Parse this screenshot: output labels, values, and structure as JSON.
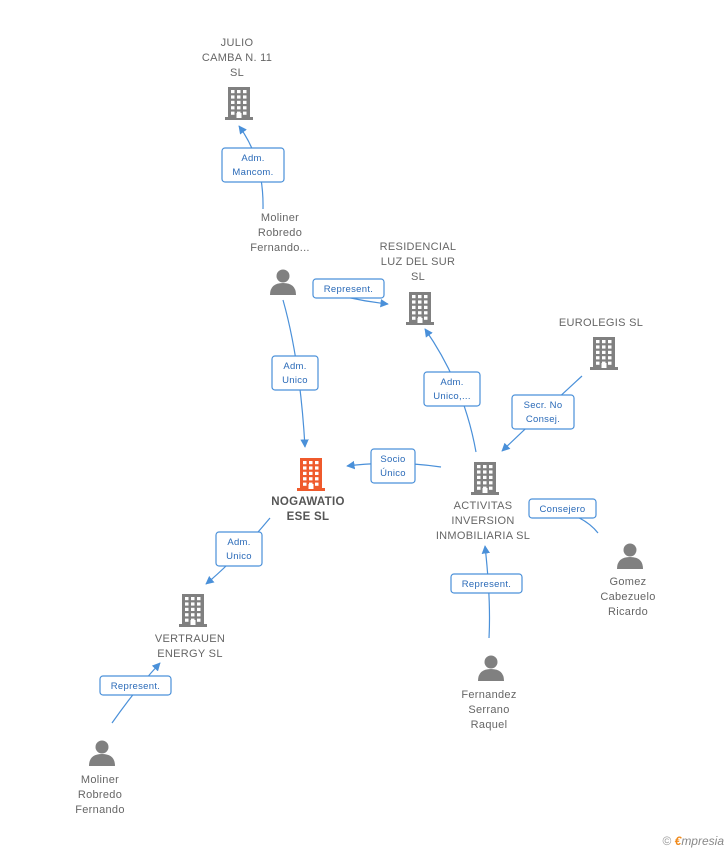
{
  "colors": {
    "building": "#808080",
    "building_focus": "#ef5a2c",
    "person": "#808080",
    "edge": "#4a90d9",
    "label": "#666666"
  },
  "nodes": [
    {
      "id": "julio",
      "type": "company-icon",
      "lines": [
        "JULIO",
        "CAMBA N. 11",
        "SL"
      ]
    },
    {
      "id": "moliner1",
      "type": "person-icon",
      "lines": [
        "Moliner",
        "Robredo",
        "Fernando..."
      ]
    },
    {
      "id": "residencial",
      "type": "company-icon",
      "lines": [
        "RESIDENCIAL",
        "LUZ DEL SUR",
        "SL"
      ]
    },
    {
      "id": "eurolegis",
      "type": "company-icon",
      "lines": [
        "EUROLEGIS SL"
      ]
    },
    {
      "id": "nogawatio",
      "type": "company-icon",
      "focus": true,
      "lines": [
        "NOGAWATIO",
        "ESE SL"
      ]
    },
    {
      "id": "activitas",
      "type": "company-icon",
      "lines": [
        "ACTIVITAS",
        "INVERSION",
        "INMOBILIARIA SL"
      ]
    },
    {
      "id": "gomez",
      "type": "person-icon",
      "lines": [
        "Gomez",
        "Cabezuelo",
        "Ricardo"
      ]
    },
    {
      "id": "vertrauen",
      "type": "company-icon",
      "lines": [
        "VERTRAUEN",
        "ENERGY  SL"
      ]
    },
    {
      "id": "fernandez",
      "type": "person-icon",
      "lines": [
        "Fernandez",
        "Serrano",
        "Raquel"
      ]
    },
    {
      "id": "moliner2",
      "type": "person-icon",
      "lines": [
        "Moliner",
        "Robredo",
        "Fernando"
      ]
    }
  ],
  "edges": [
    {
      "id": "e1",
      "from": "moliner1",
      "to": "julio",
      "label": [
        "Adm.",
        "Mancom."
      ]
    },
    {
      "id": "e2",
      "from": "moliner1",
      "to": "residencial",
      "label": [
        "Represent."
      ]
    },
    {
      "id": "e3",
      "from": "moliner1",
      "to": "nogawatio",
      "label": [
        "Adm.",
        "Unico"
      ]
    },
    {
      "id": "e4",
      "from": "activitas",
      "to": "residencial",
      "label": [
        "Adm.",
        "Unico,..."
      ]
    },
    {
      "id": "e5",
      "from": "eurolegis",
      "to": "activitas",
      "label": [
        "Secr.  No",
        "Consej."
      ]
    },
    {
      "id": "e6",
      "from": "activitas",
      "to": "nogawatio",
      "label": [
        "Socio",
        "Único"
      ]
    },
    {
      "id": "e7",
      "from": "gomez",
      "to": "activitas",
      "label": [
        "Consejero"
      ]
    },
    {
      "id": "e8",
      "from": "fernandez",
      "to": "activitas",
      "label": [
        "Represent."
      ]
    },
    {
      "id": "e9",
      "from": "nogawatio",
      "to": "vertrauen",
      "label": [
        "Adm.",
        "Unico"
      ]
    },
    {
      "id": "e10",
      "from": "moliner2",
      "to": "vertrauen",
      "label": [
        "Represent."
      ]
    }
  ],
  "footer": {
    "copyright": "©",
    "brand_initial": "€",
    "brand_rest": "mpresia"
  }
}
